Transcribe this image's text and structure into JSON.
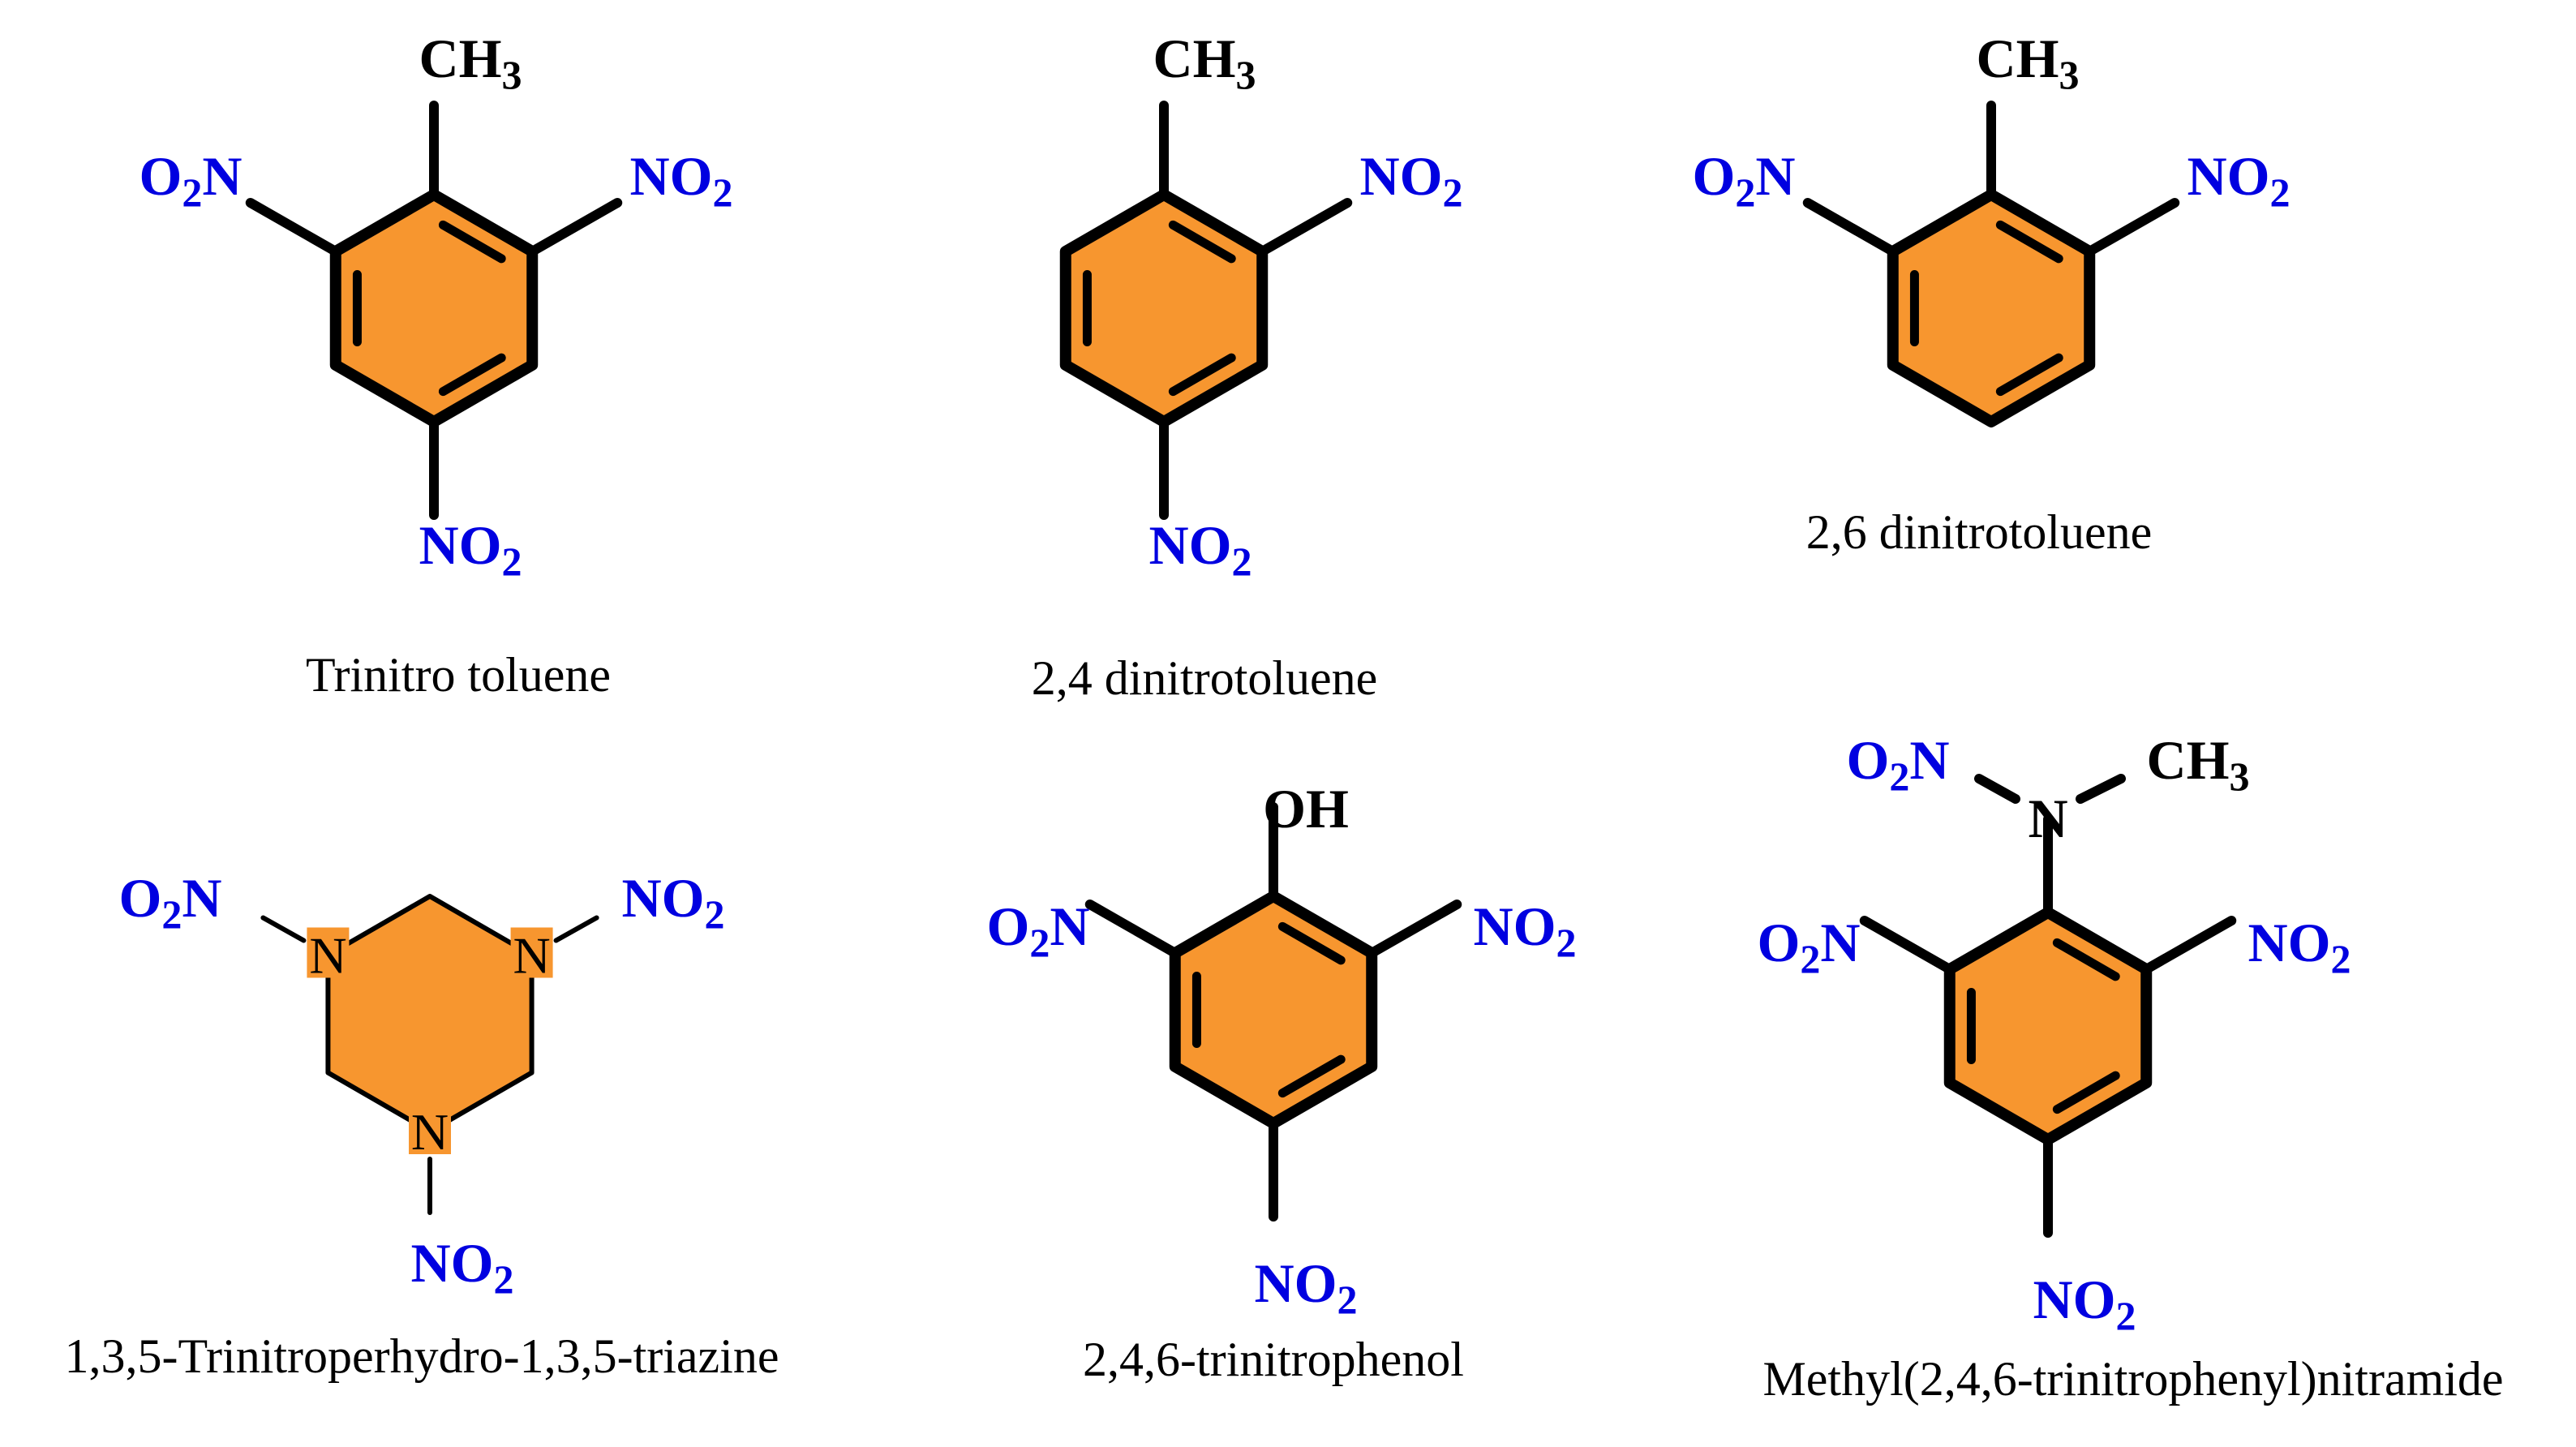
{
  "colors": {
    "ring_fill": "#F7962F",
    "bond": "#000000",
    "group_blue": "#0000E0",
    "group_black": "#000000",
    "background": "#FFFFFF"
  },
  "molecules": [
    {
      "name": "Trinitro toluene",
      "ring_type": "benzene",
      "groups": [
        {
          "parts": [
            "CH",
            "3"
          ],
          "color": "black"
        },
        {
          "parts": [
            "O",
            "2",
            "N"
          ],
          "color": "blue"
        },
        {
          "parts": [
            "NO",
            "2"
          ],
          "color": "blue"
        },
        {
          "parts": [
            "NO",
            "2"
          ],
          "color": "blue"
        }
      ]
    },
    {
      "name": "2,4 dinitrotoluene",
      "ring_type": "benzene",
      "groups": [
        {
          "parts": [
            "CH",
            "3"
          ],
          "color": "black"
        },
        {
          "parts": [
            "NO",
            "2"
          ],
          "color": "blue"
        },
        {
          "parts": [
            "NO",
            "2"
          ],
          "color": "blue"
        }
      ]
    },
    {
      "name": "2,6 dinitrotoluene",
      "ring_type": "benzene",
      "groups": [
        {
          "parts": [
            "CH",
            "3"
          ],
          "color": "black"
        },
        {
          "parts": [
            "O",
            "2",
            "N"
          ],
          "color": "blue"
        },
        {
          "parts": [
            "NO",
            "2"
          ],
          "color": "blue"
        }
      ]
    },
    {
      "name": "1,3,5-Trinitroperhydro-1,3,5-triazine",
      "ring_type": "triazine",
      "ring_atoms": [
        "N",
        "N",
        "N"
      ],
      "groups": [
        {
          "parts": [
            "O",
            "2",
            "N"
          ],
          "color": "blue"
        },
        {
          "parts": [
            "NO",
            "2"
          ],
          "color": "blue"
        },
        {
          "parts": [
            "NO",
            "2"
          ],
          "color": "blue"
        }
      ]
    },
    {
      "name": "2,4,6-trinitrophenol",
      "ring_type": "benzene",
      "groups": [
        {
          "parts": [
            "OH"
          ],
          "color": "black"
        },
        {
          "parts": [
            "O",
            "2",
            "N"
          ],
          "color": "blue"
        },
        {
          "parts": [
            "NO",
            "2"
          ],
          "color": "blue"
        },
        {
          "parts": [
            "NO",
            "2"
          ],
          "color": "blue"
        }
      ]
    },
    {
      "name": "Methyl(2,4,6-trinitrophenyl)nitramide",
      "ring_type": "benzene",
      "groups": [
        {
          "parts": [
            "N"
          ],
          "color": "black"
        },
        {
          "parts": [
            "O",
            "2",
            "N"
          ],
          "color": "blue"
        },
        {
          "parts": [
            "CH",
            "3"
          ],
          "color": "black"
        },
        {
          "parts": [
            "O",
            "2",
            "N"
          ],
          "color": "blue"
        },
        {
          "parts": [
            "NO",
            "2"
          ],
          "color": "blue"
        },
        {
          "parts": [
            "NO",
            "2"
          ],
          "color": "blue"
        }
      ]
    }
  ]
}
